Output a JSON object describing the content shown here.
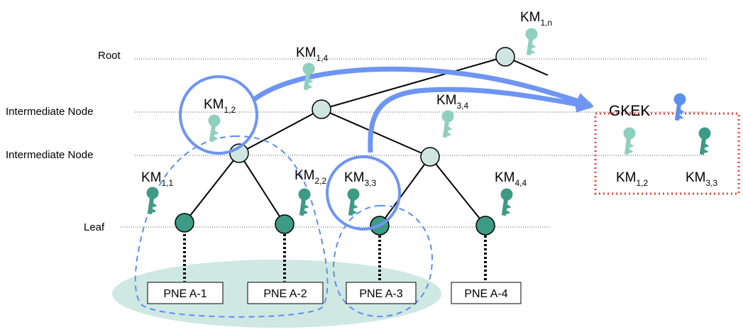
{
  "levels": {
    "root": "Root",
    "intermediate_upper": "Intermediate Node",
    "intermediate_lower": "Intermediate Node",
    "leaf": "Leaf"
  },
  "keys": {
    "km_1n": {
      "base": "KM",
      "sub": "1,n"
    },
    "km_14": {
      "base": "KM",
      "sub": "1,4"
    },
    "km_12": {
      "base": "KM",
      "sub": "1,2"
    },
    "km_34": {
      "base": "KM",
      "sub": "3,4"
    },
    "km_11": {
      "base": "KM",
      "sub": "1,1"
    },
    "km_22": {
      "base": "KM",
      "sub": "2,2"
    },
    "km_33": {
      "base": "KM",
      "sub": "3,3"
    },
    "km_44": {
      "base": "KM",
      "sub": "4,4"
    }
  },
  "gkek": {
    "label": "GKEK",
    "members": [
      {
        "base": "KM",
        "sub": "1,2"
      },
      {
        "base": "KM",
        "sub": "3,3"
      }
    ]
  },
  "pne_boxes": [
    "PNE A-1",
    "PNE A-2",
    "PNE A-3",
    "PNE A-4"
  ],
  "colors": {
    "node_fill": "#cfe6e0",
    "leaf_fill": "#3d9a85",
    "key_light": "#8fcfbe",
    "key_dark": "#3d9a85",
    "key_blue": "#5b8ff0",
    "highlight_blue": "#6e95f2",
    "dashed_blue": "#5b8ff0",
    "ellipse_fill": "#cfe8e2",
    "dotted_red": "#e0443a"
  }
}
